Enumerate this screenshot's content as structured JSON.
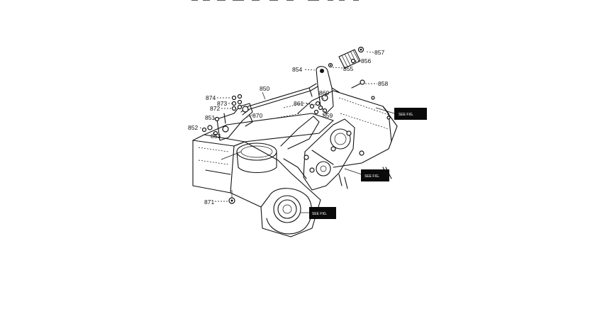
{
  "diagram": {
    "header_text": "",
    "part_labels": [
      {
        "id": "857",
        "text": "857"
      },
      {
        "id": "856",
        "text": "856"
      },
      {
        "id": "855",
        "text": "855"
      },
      {
        "id": "854",
        "text": "854"
      },
      {
        "id": "858",
        "text": "858"
      },
      {
        "id": "850",
        "text": "850"
      },
      {
        "id": "860",
        "text": "860"
      },
      {
        "id": "861",
        "text": "861"
      },
      {
        "id": "859",
        "text": "859"
      },
      {
        "id": "870",
        "text": "870"
      },
      {
        "id": "874",
        "text": "874"
      },
      {
        "id": "873",
        "text": "873"
      },
      {
        "id": "872",
        "text": "872"
      },
      {
        "id": "851",
        "text": "851"
      },
      {
        "id": "852",
        "text": "852"
      },
      {
        "id": "853",
        "text": "853"
      },
      {
        "id": "871",
        "text": "871"
      }
    ],
    "callouts": [
      {
        "id": "callout-right-upper",
        "text": "SEE FIG."
      },
      {
        "id": "callout-right-middle",
        "text": "SEE FIG."
      },
      {
        "id": "callout-lower",
        "text": "SEE FIG."
      }
    ]
  }
}
